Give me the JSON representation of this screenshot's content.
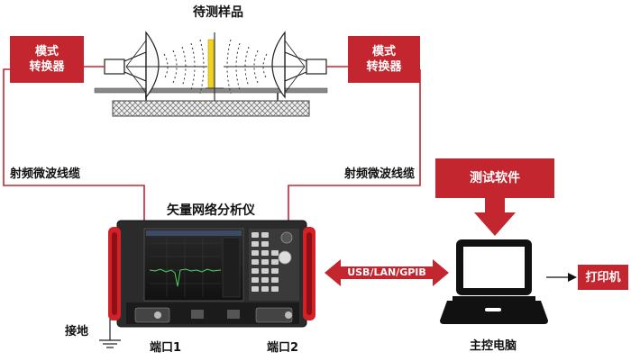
{
  "sample_label": "待测样品",
  "mode_converter_left": {
    "line1": "模式",
    "line2": "转换器"
  },
  "mode_converter_right": {
    "line1": "模式",
    "line2": "转换器"
  },
  "cable_left_label": "射频微波线缆",
  "cable_right_label": "射频微波线缆",
  "vna_label": "矢量网络分析仪",
  "test_software_label": "测试软件",
  "interface_label": "USB/LAN/GPIB",
  "printer_label": "打印机",
  "host_pc_label": "主控电脑",
  "ground_label": "接地",
  "port1_label": "端口1",
  "port2_label": "端口2",
  "colors": {
    "accent_red": "#c3262e",
    "sample_yellow": "#f2d21b",
    "line": "#222222"
  }
}
